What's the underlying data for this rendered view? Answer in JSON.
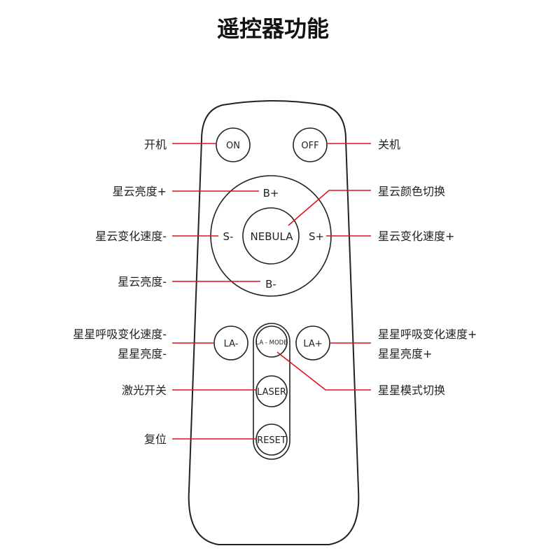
{
  "title": "遥控器功能",
  "buttons": {
    "on": "ON",
    "off": "OFF",
    "b_plus": "B+",
    "b_minus": "B-",
    "s_minus": "S-",
    "s_plus": "S+",
    "nebula": "NEBULA",
    "la_minus": "LA-",
    "la_plus": "LA+",
    "la_mode": "LA - MODE",
    "laser": "LASER",
    "reset": "RESET"
  },
  "labels": {
    "power_on": "开机",
    "power_off": "关机",
    "nebula_brightness_up": "星云亮度+",
    "nebula_color_switch": "星云颜色切换",
    "nebula_speed_down": "星云变化速度-",
    "nebula_speed_up": "星云变化速度+",
    "nebula_brightness_down": "星云亮度-",
    "star_breath_speed_down": "星星呼吸变化速度-",
    "star_brightness_down": "星星亮度-",
    "star_breath_speed_up": "星星呼吸变化速度+",
    "star_brightness_up": "星星亮度+",
    "laser_switch": "激光开关",
    "star_mode_switch": "星星模式切换",
    "reset": "复位"
  },
  "colors": {
    "leader_line": "#d9141c",
    "outline": "#222222"
  }
}
